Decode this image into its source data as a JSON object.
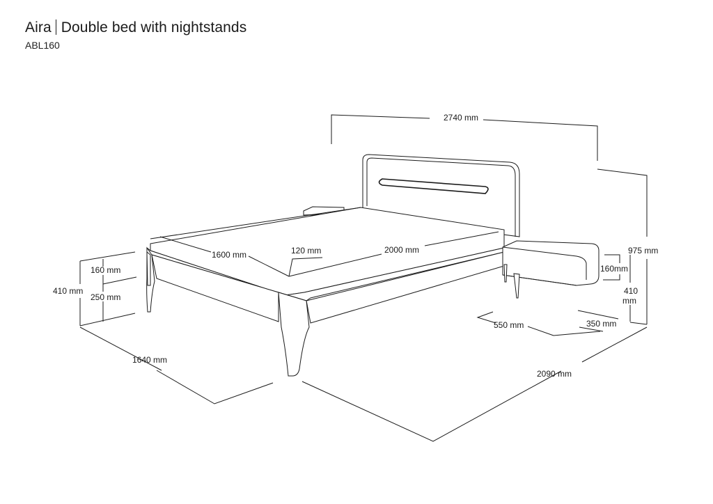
{
  "header": {
    "product_name": "Aira",
    "product_type": "Double bed with nightstands",
    "product_code": "ABL160"
  },
  "dimensions": {
    "overall_width": "2740 mm",
    "overall_height": "975 mm",
    "bed_width": "1600 mm",
    "side_rail": "120 mm",
    "bed_length": "2000 mm",
    "frame_height": "160 mm",
    "leg_height": "250 mm",
    "bed_height": "410 mm",
    "overall_bed_width": "1640 mm",
    "overall_depth": "2090 mm",
    "nightstand_width": "550 mm",
    "nightstand_depth": "350 mm",
    "nightstand_body_height": "160mm",
    "nightstand_height_value": "410",
    "nightstand_height_unit": "mm"
  }
}
